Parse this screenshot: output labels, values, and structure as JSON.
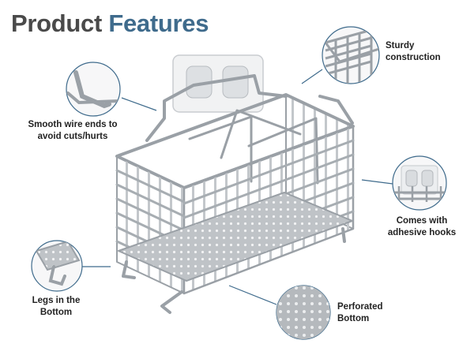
{
  "title": {
    "word1": "Product",
    "word2": "Features"
  },
  "features": [
    {
      "id": "wire-ends",
      "lines": [
        "Smooth wire ends to",
        "avoid cuts/hurts"
      ]
    },
    {
      "id": "sturdy",
      "lines": [
        "Sturdy",
        "construction"
      ]
    },
    {
      "id": "hooks",
      "lines": [
        "Comes with",
        "adhesive hooks"
      ]
    },
    {
      "id": "legs",
      "lines": [
        "Legs in the",
        "Bottom"
      ]
    },
    {
      "id": "perforated",
      "lines": [
        "Perforated",
        "Bottom"
      ]
    }
  ],
  "colors": {
    "title_dark": "#4a4a4a",
    "title_accent": "#3f6b8c",
    "callout": "#3f6b8c",
    "steel": "#9aa0a6"
  }
}
